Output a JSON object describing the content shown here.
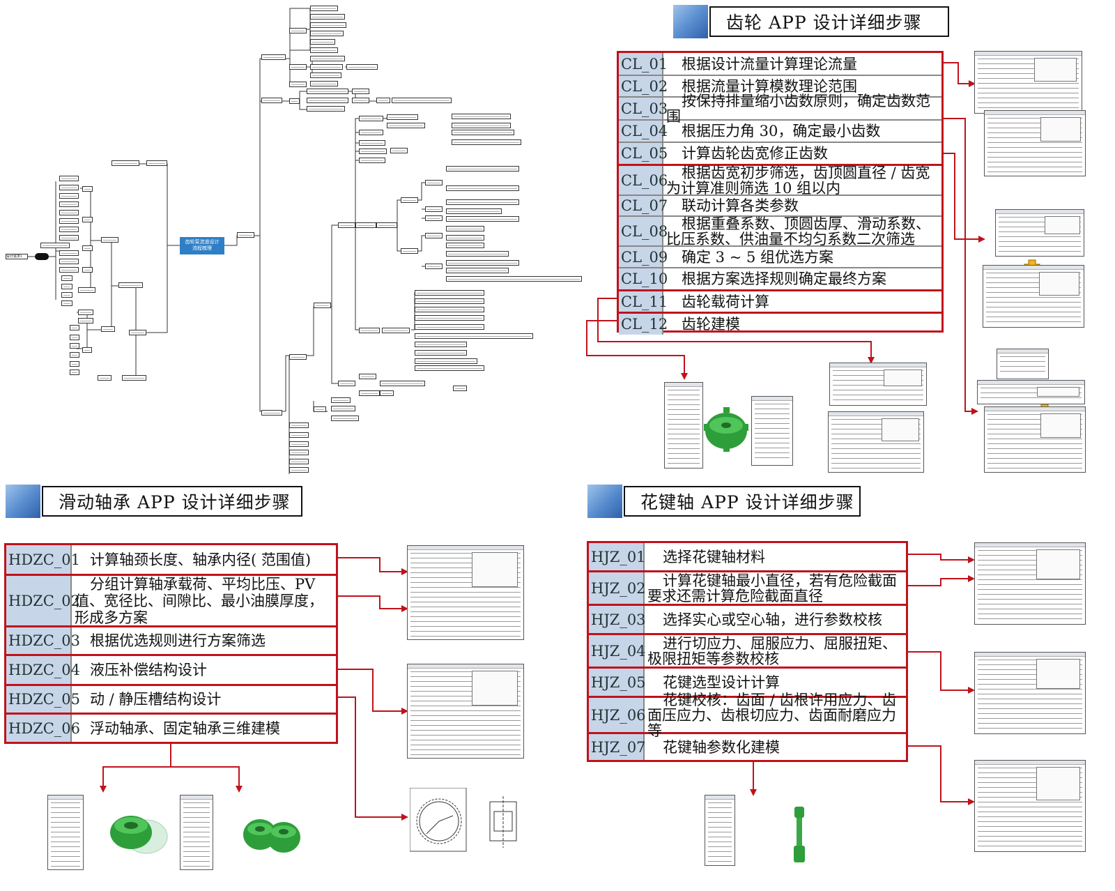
{
  "gear": {
    "title": "齿轮 APP 设计详细步骤",
    "steps": [
      {
        "code": "CL_01",
        "text": "根据设计流量计算理论流量"
      },
      {
        "code": "CL_02",
        "text": "根据流量计算模数理论范围"
      },
      {
        "code": "CL_03",
        "text": "按保持排量缩小齿数原则，确定齿数范围"
      },
      {
        "code": "CL_04",
        "text": "根据压力角 30，确定最小齿数"
      },
      {
        "code": "CL_05",
        "text": "计算齿轮齿宽修正齿数"
      },
      {
        "code": "CL_06",
        "text": "根据齿宽初步筛选，齿顶圆直径 / 齿宽为计算准则筛选 10 组以内"
      },
      {
        "code": "CL_07",
        "text": "联动计算各类参数"
      },
      {
        "code": "CL_08",
        "text": "根据重叠系数、顶圆齿厚、滑动系数、比压系数、供油量不均匀系数二次筛选"
      },
      {
        "code": "CL_09",
        "text": "确定 3 ~ 5 组优选方案"
      },
      {
        "code": "CL_10",
        "text": "根据方案选择规则确定最终方案"
      },
      {
        "code": "CL_11",
        "text": "齿轮载荷计算"
      },
      {
        "code": "CL_12",
        "text": "齿轮建模"
      }
    ]
  },
  "bearing": {
    "title": "滑动轴承 APP 设计详细步骤",
    "steps": [
      {
        "code": "HDZC_01",
        "text": "计算轴颈长度、轴承内径( 范围值)"
      },
      {
        "code": "HDZC_02",
        "text": "分组计算轴承载荷、平均比压、PV 值、宽径比、间隙比、最小油膜厚度，形成多方案"
      },
      {
        "code": "HDZC_03",
        "text": "根据优选规则进行方案筛选"
      },
      {
        "code": "HDZC_04",
        "text": "液压补偿结构设计"
      },
      {
        "code": "HDZC_05",
        "text": "动 / 静压槽结构设计"
      },
      {
        "code": "HDZC_06",
        "text": "浮动轴承、固定轴承三维建模"
      }
    ]
  },
  "spline": {
    "title": "花键轴 APP 设计详细步骤",
    "steps": [
      {
        "code": "HJZ_01",
        "text": "选择花键轴材料"
      },
      {
        "code": "HJZ_02",
        "text": "计算花键轴最小直径，若有危险截面要求还需计算危险截面直径"
      },
      {
        "code": "HJZ_03",
        "text": "选择实心或空心轴，进行参数校核"
      },
      {
        "code": "HJZ_04",
        "text": "进行切应力、屈服应力、屈服扭矩、极限扭矩等参数校核"
      },
      {
        "code": "HJZ_05",
        "text": "花键选型设计计算"
      },
      {
        "code": "HJZ_06",
        "text": "花键校核：齿面 / 齿根许用应力、齿面压应力、齿根切应力、齿面耐磨应力等"
      },
      {
        "code": "HJZ_07",
        "text": "花键轴参数化建模"
      }
    ]
  },
  "mindmap": {
    "root": "齿轮泵流道设计\n流程梳理",
    "left_node": "设计需求1"
  },
  "colors": {
    "accent_red": "#c0121b",
    "code_bg": "#c7d5e8",
    "header_blue": "#4a7fc4",
    "model_green": "#2e9e3a"
  }
}
